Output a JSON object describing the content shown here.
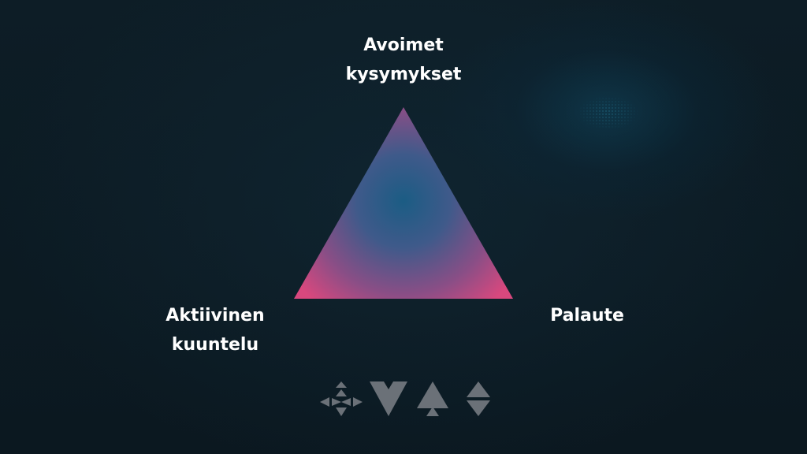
{
  "diagram": {
    "labels": {
      "top": [
        "Avoimet",
        "kysymykset"
      ],
      "left": [
        "Aktiivinen",
        "kuuntelu"
      ],
      "right": [
        "Palaute"
      ]
    },
    "colors": {
      "background": "#0c1a22",
      "triangle_center": "#1d5a80",
      "triangle_edge": "#d94a7e",
      "label_text": "#ffffff",
      "glyph_gray": "#6b7178"
    }
  },
  "footer_icons": [
    "diamond-arrows-icon",
    "chevron-down-triangle-icon",
    "spade-up-triangle-icon",
    "hourglass-triangles-icon"
  ]
}
